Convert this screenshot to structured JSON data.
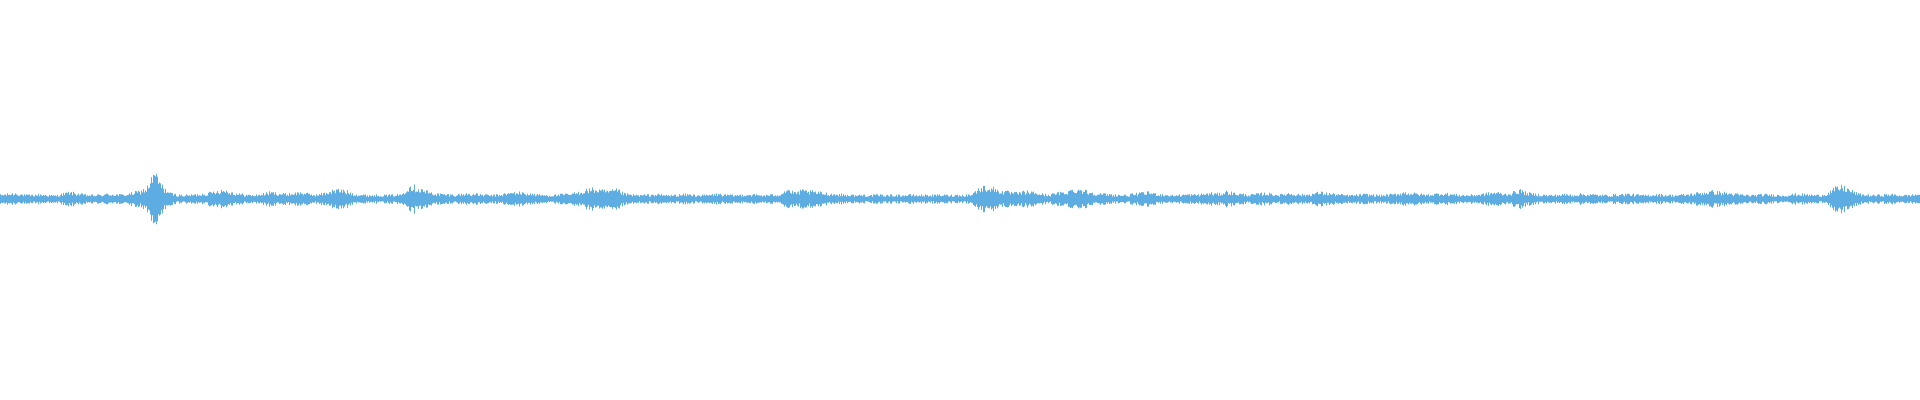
{
  "waveform": {
    "color": "#5dade2",
    "background": "#ffffff",
    "amplitude_envelope": [
      0.1,
      0.12,
      0.14,
      0.1,
      0.09,
      0.11,
      0.1,
      0.08,
      0.12,
      0.16,
      0.13,
      0.1,
      0.09,
      0.1,
      0.12,
      0.11,
      0.1,
      0.14,
      0.18,
      0.26,
      0.62,
      0.3,
      0.14,
      0.1,
      0.09,
      0.1,
      0.12,
      0.14,
      0.2,
      0.22,
      0.16,
      0.12,
      0.1,
      0.09,
      0.12,
      0.16,
      0.14,
      0.12,
      0.14,
      0.16,
      0.12,
      0.1,
      0.14,
      0.2,
      0.22,
      0.18,
      0.12,
      0.1,
      0.09,
      0.1,
      0.09,
      0.1,
      0.11,
      0.34,
      0.28,
      0.2,
      0.14,
      0.12,
      0.11,
      0.1,
      0.12,
      0.13,
      0.11,
      0.1,
      0.09,
      0.11,
      0.14,
      0.16,
      0.14,
      0.12,
      0.1,
      0.09,
      0.1,
      0.11,
      0.12,
      0.16,
      0.22,
      0.24,
      0.2,
      0.18,
      0.22,
      0.12,
      0.1,
      0.09,
      0.1,
      0.11,
      0.1,
      0.09,
      0.1,
      0.11,
      0.1,
      0.09,
      0.1,
      0.12,
      0.1,
      0.09,
      0.1,
      0.11,
      0.1,
      0.09,
      0.1,
      0.11,
      0.24,
      0.14,
      0.2,
      0.18,
      0.16,
      0.14,
      0.12,
      0.11,
      0.1,
      0.09,
      0.1,
      0.09,
      0.1,
      0.09,
      0.1,
      0.09,
      0.1,
      0.09,
      0.1,
      0.09,
      0.1,
      0.09,
      0.1,
      0.09,
      0.12,
      0.26,
      0.3,
      0.24,
      0.18,
      0.16,
      0.14,
      0.18,
      0.16,
      0.12,
      0.1,
      0.14,
      0.16,
      0.22,
      0.24,
      0.18,
      0.14,
      0.12,
      0.11,
      0.1,
      0.09,
      0.12,
      0.14,
      0.16,
      0.12,
      0.1,
      0.09,
      0.1,
      0.11,
      0.1,
      0.12,
      0.14,
      0.12,
      0.18,
      0.14,
      0.12,
      0.1,
      0.12,
      0.14,
      0.12,
      0.1,
      0.14,
      0.12,
      0.1,
      0.12,
      0.16,
      0.14,
      0.12,
      0.1,
      0.09,
      0.1,
      0.11,
      0.1,
      0.09,
      0.1,
      0.12,
      0.16,
      0.14,
      0.12,
      0.1,
      0.12,
      0.14,
      0.12,
      0.1,
      0.09,
      0.1,
      0.11,
      0.14,
      0.16,
      0.12,
      0.14,
      0.22,
      0.14,
      0.12,
      0.1,
      0.09,
      0.1,
      0.11,
      0.1,
      0.12,
      0.11,
      0.1,
      0.09,
      0.1,
      0.11,
      0.12,
      0.1,
      0.09,
      0.1,
      0.11,
      0.1,
      0.09,
      0.1,
      0.11,
      0.14,
      0.16,
      0.18,
      0.16,
      0.14,
      0.12,
      0.1,
      0.09,
      0.1,
      0.11,
      0.1,
      0.09,
      0.1,
      0.12,
      0.11,
      0.1,
      0.09,
      0.14,
      0.26,
      0.3,
      0.2,
      0.12,
      0.1,
      0.09,
      0.1,
      0.11,
      0.1,
      0.09,
      0.1,
      0.12
    ]
  }
}
